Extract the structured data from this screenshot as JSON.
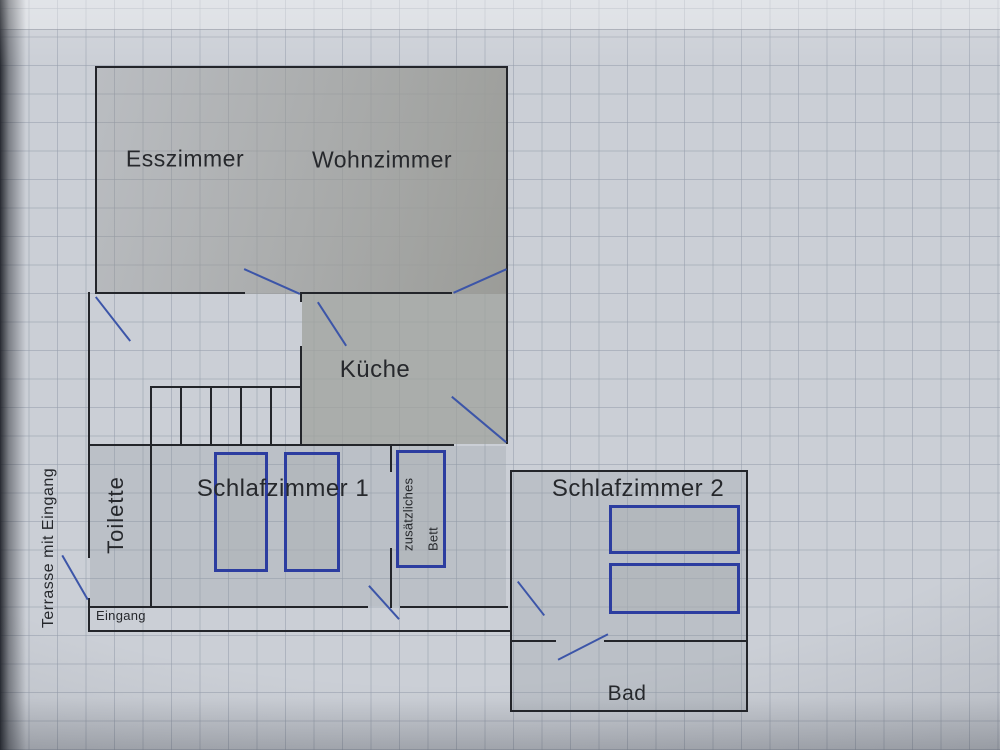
{
  "labels": {
    "esszimmer": "Esszimmer",
    "wohnzimmer": "Wohnzimmer",
    "kueche": "Küche",
    "toilette": "Toilette",
    "schlafzimmer1": "Schlafzimmer 1",
    "schlafzimmer2": "Schlafzimmer 2",
    "bad": "Bad",
    "eingang": "Eingang",
    "terrasse": "Terrasse mit Eingang",
    "zusatz_bett": "zusätzliches Bett"
  },
  "colors": {
    "bg": "#cbcfd6",
    "grid": "#aab1bd",
    "wall": "#23252a",
    "room-fill-dark": "#89898641",
    "room-fill-darker": "#868684",
    "room-fill-light": "#9b9c98",
    "kitchen-fill": "#9fa19c",
    "bed": "#2c3da0",
    "swing": "#3c55a8",
    "text": "#26282c"
  }
}
